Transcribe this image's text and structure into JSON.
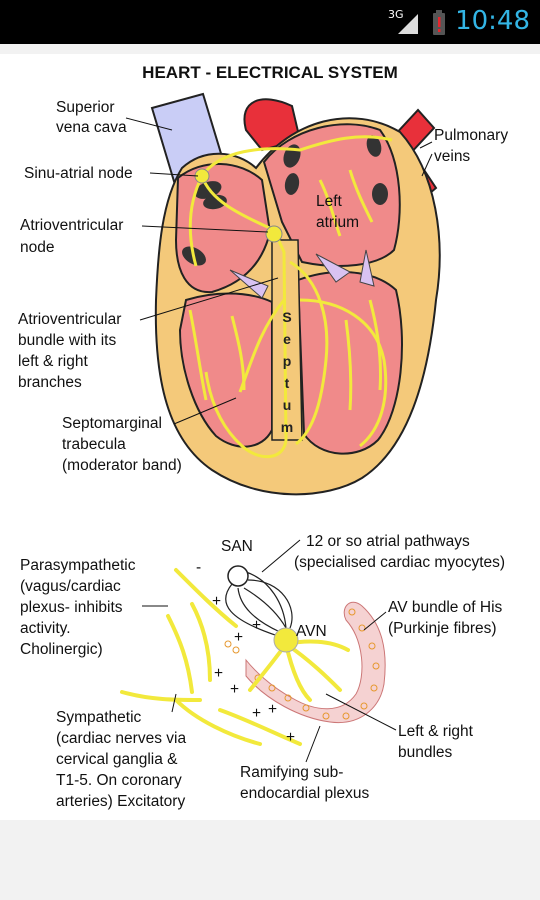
{
  "status_bar": {
    "time": "10:48",
    "network": "3G",
    "icons": [
      "signal-icon",
      "battery-alert-icon"
    ],
    "clock_color": "#33b5e5"
  },
  "diagram": {
    "title": "HEART - ELECTRICAL SYSTEM",
    "top_labels": {
      "superior_vena_cava": [
        "Superior",
        "vena cava"
      ],
      "sinu_atrial_node": [
        "Sinu-atrial node"
      ],
      "av_node": [
        "Atrioventricular",
        "node"
      ],
      "av_bundle": [
        "Atrioventricular",
        "bundle with its",
        "left & right",
        "branches"
      ],
      "septomarginal": [
        "Septomarginal",
        "trabecula",
        "(moderator band)"
      ],
      "pulmonary_veins": [
        "Pulmonary",
        "veins"
      ],
      "left_atrium": [
        "Left",
        "atrium"
      ],
      "septum": [
        "S",
        "e",
        "p",
        "t",
        "u",
        "m"
      ]
    },
    "bottom_labels": {
      "san": "SAN",
      "avn": "AVN",
      "atrial_pathways": [
        "12 or so atrial pathways",
        "(specialised cardiac myocytes)"
      ],
      "parasympathetic": [
        "Parasympathetic",
        "(vagus/cardiac",
        "plexus- inhibits",
        "activity.",
        "Cholinergic)"
      ],
      "av_bundle_his": [
        "AV bundle of His",
        "(Purkinje fibres)"
      ],
      "sympathetic": [
        "Sympathetic",
        "(cardiac nerves via",
        "cervical ganglia &",
        "T1-5. On coronary",
        "arteries) Excitatory"
      ],
      "left_right_bundles": [
        "Left & right",
        "bundles"
      ],
      "ramifying": [
        "Ramifying sub-",
        "endocardial plexus"
      ],
      "signs": {
        "minus": "-",
        "plus": "+"
      }
    },
    "colors": {
      "conduction": "#f2e93c",
      "myocardium": "#f4c97a",
      "chamber": "#f08a8a",
      "vessel_red": "#e8303a",
      "vena_cava": "#c9cdf6",
      "bundle_pink": "#f5d2d2"
    }
  }
}
